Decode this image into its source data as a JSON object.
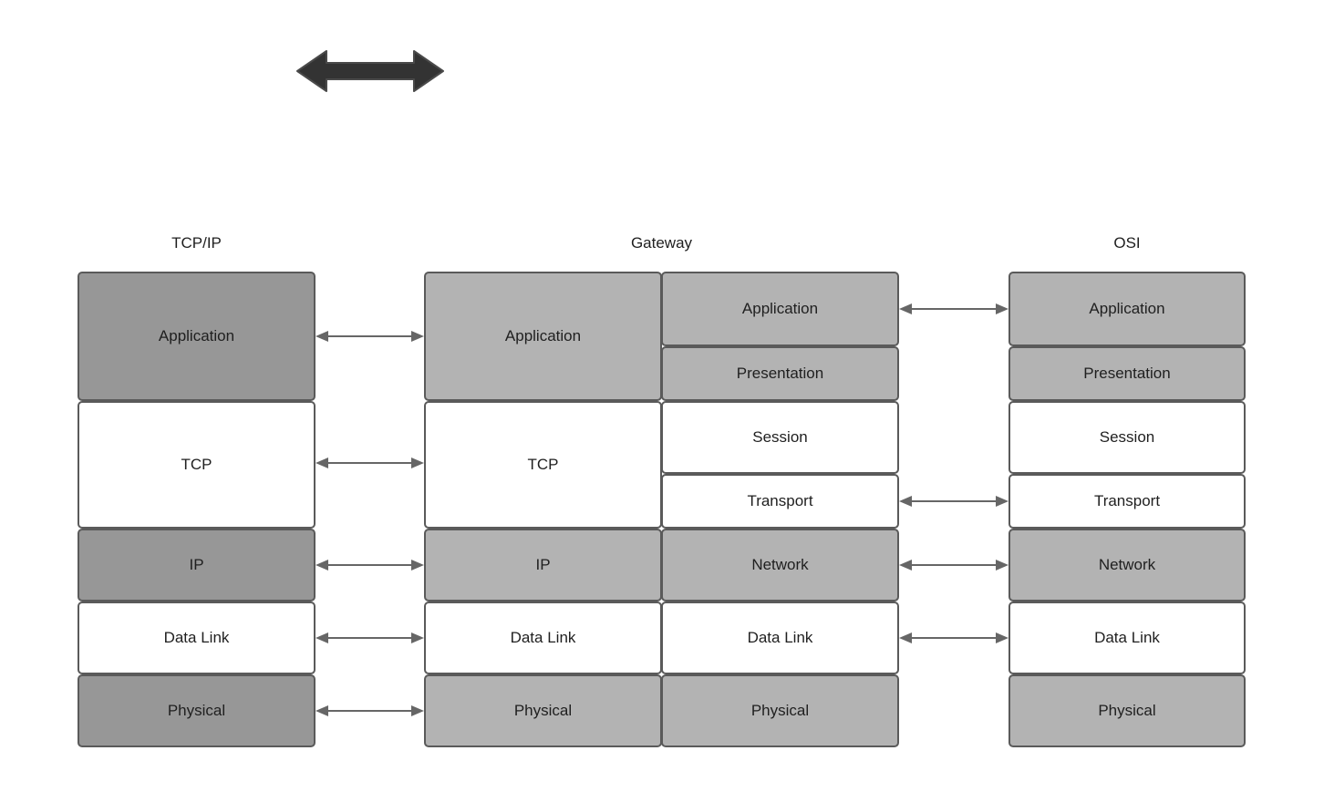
{
  "diagram": {
    "title_columns": [
      {
        "id": "tcpip",
        "label": "TCP/IP"
      },
      {
        "id": "gateway",
        "label": "Gateway"
      },
      {
        "id": "osi",
        "label": "OSI"
      }
    ],
    "decoration": {
      "name": "double-headed-arrow",
      "color": "#333333"
    },
    "colors": {
      "fill_dark": "#979797",
      "fill_light": "#b3b3b3",
      "fill_white": "#ffffff",
      "border": "#5a5a5a",
      "connector": "#666666",
      "text": "#1f1f1f",
      "background": "#ffffff"
    },
    "columns": {
      "tcpip": {
        "header": "TCP/IP",
        "layers": [
          {
            "label": "Application",
            "fill": "dark"
          },
          {
            "label": "TCP",
            "fill": "white"
          },
          {
            "label": "IP",
            "fill": "dark"
          },
          {
            "label": "Data Link",
            "fill": "white"
          },
          {
            "label": "Physical",
            "fill": "dark"
          }
        ]
      },
      "gateway": {
        "header": "Gateway",
        "left_stack": [
          {
            "label": "Application",
            "fill": "light"
          },
          {
            "label": "TCP",
            "fill": "white"
          },
          {
            "label": "IP",
            "fill": "light"
          },
          {
            "label": "Data Link",
            "fill": "white"
          },
          {
            "label": "Physical",
            "fill": "light"
          }
        ],
        "right_stack": [
          {
            "label": "Application",
            "fill": "light"
          },
          {
            "label": "Presentation",
            "fill": "light"
          },
          {
            "label": "Session",
            "fill": "white"
          },
          {
            "label": "Transport",
            "fill": "white"
          },
          {
            "label": "Network",
            "fill": "light"
          },
          {
            "label": "Data Link",
            "fill": "white"
          },
          {
            "label": "Physical",
            "fill": "light"
          }
        ]
      },
      "osi": {
        "header": "OSI",
        "layers": [
          {
            "label": "Application",
            "fill": "light"
          },
          {
            "label": "Presentation",
            "fill": "light"
          },
          {
            "label": "Session",
            "fill": "white"
          },
          {
            "label": "Transport",
            "fill": "white"
          },
          {
            "label": "Network",
            "fill": "light"
          },
          {
            "label": "Data Link",
            "fill": "white"
          },
          {
            "label": "Physical",
            "fill": "light"
          }
        ]
      }
    },
    "connectors": {
      "left_group": [
        {
          "from": "tcpip.Application",
          "to": "gateway.Application"
        },
        {
          "from": "tcpip.TCP",
          "to": "gateway.TCP"
        },
        {
          "from": "tcpip.IP",
          "to": "gateway.IP"
        },
        {
          "from": "tcpip.Data Link",
          "to": "gateway.Data Link"
        },
        {
          "from": "tcpip.Physical",
          "to": "gateway.Physical"
        }
      ],
      "right_group": [
        {
          "from": "gateway.Application",
          "to": "osi.Application"
        },
        {
          "from": "gateway.Transport",
          "to": "osi.Transport"
        },
        {
          "from": "gateway.Network",
          "to": "osi.Network"
        },
        {
          "from": "gateway.Data Link",
          "to": "osi.Data Link"
        }
      ]
    }
  }
}
